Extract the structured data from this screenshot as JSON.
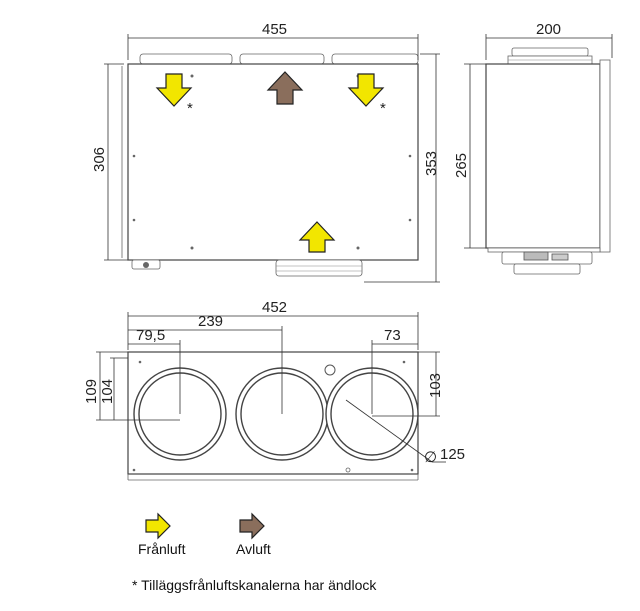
{
  "front_view": {
    "width_label": "455",
    "height_label_left": "306",
    "height_label_right": "353",
    "asterisk_1": "*",
    "asterisk_2": "*"
  },
  "side_view": {
    "width_label": "200",
    "height_label": "265"
  },
  "top_view": {
    "overall_label": "452",
    "dim_239": "239",
    "dim_79_5": "79,5",
    "dim_73": "73",
    "dim_109": "109",
    "dim_104": "104",
    "dim_103": "103",
    "diameter_symbol": "∅",
    "diameter_label": "125"
  },
  "legend": {
    "franluft_label": "Frånluft",
    "avluft_label": "Avluft",
    "note": "* Tilläggsfrånluftskanalerna har ändlock"
  },
  "colors": {
    "franluft_arrow": "#f2e600",
    "avluft_arrow": "#8a6e5c",
    "outline": "#444444"
  }
}
